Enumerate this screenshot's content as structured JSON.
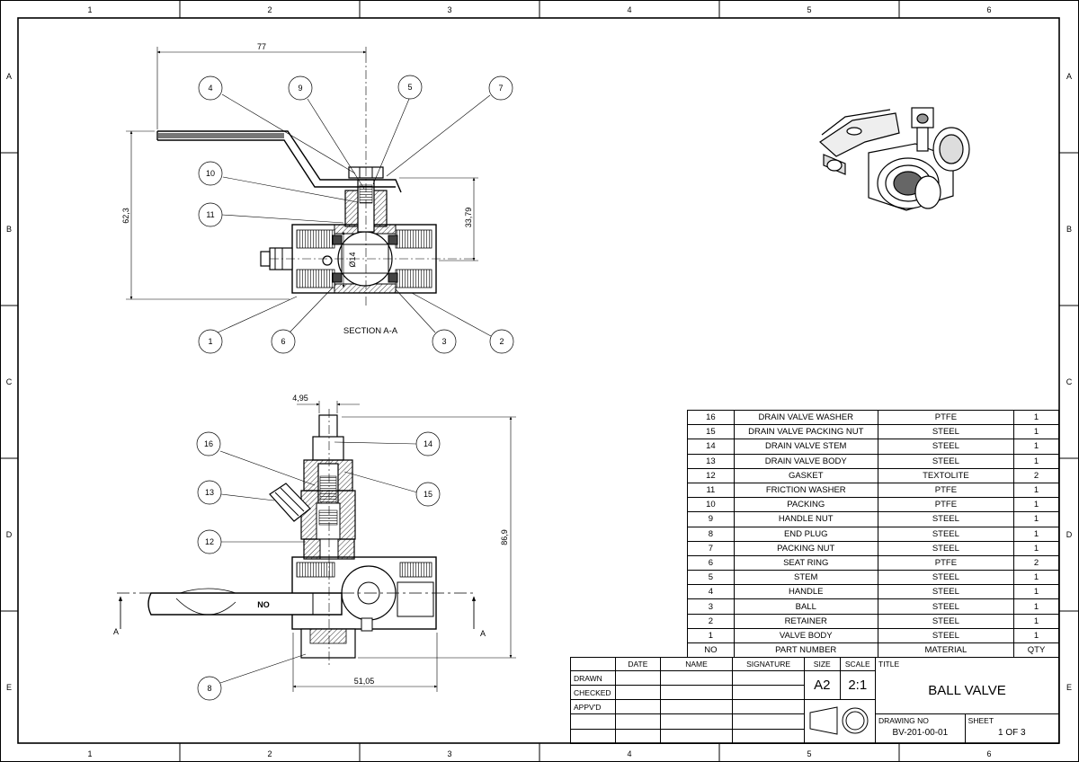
{
  "frame": {
    "columns": [
      "1",
      "2",
      "3",
      "4",
      "5",
      "6"
    ],
    "rows": [
      "A",
      "B",
      "C",
      "D",
      "E"
    ]
  },
  "view_top": {
    "section_label": "SECTION  A-A",
    "dims": {
      "d77": "77",
      "d62": "62,3",
      "d33": "33,79",
      "d14": "Ø14"
    },
    "balloons": [
      "4",
      "9",
      "5",
      "7",
      "10",
      "11",
      "1",
      "6",
      "3",
      "2"
    ]
  },
  "view_bottom": {
    "dims": {
      "d495": "4,95",
      "d869": "86,9",
      "d5105": "51,05"
    },
    "section_marks": [
      "A",
      "A"
    ],
    "handle_text": "NO",
    "balloons": [
      "16",
      "14",
      "13",
      "15",
      "12",
      "8"
    ]
  },
  "bom": {
    "rows": [
      [
        "16",
        "DRAIN VALVE WASHER",
        "PTFE",
        "1"
      ],
      [
        "15",
        "DRAIN VALVE PACKING NUT",
        "STEEL",
        "1"
      ],
      [
        "14",
        "DRAIN VALVE STEM",
        "STEEL",
        "1"
      ],
      [
        "13",
        "DRAIN VALVE BODY",
        "STEEL",
        "1"
      ],
      [
        "12",
        "GASKET",
        "TEXTOLITE",
        "2"
      ],
      [
        "11",
        "FRICTION WASHER",
        "PTFE",
        "1"
      ],
      [
        "10",
        "PACKING",
        "PTFE",
        "1"
      ],
      [
        "9",
        "HANDLE NUT",
        "STEEL",
        "1"
      ],
      [
        "8",
        "END PLUG",
        "STEEL",
        "1"
      ],
      [
        "7",
        "PACKING NUT",
        "STEEL",
        "1"
      ],
      [
        "6",
        "SEAT RING",
        "PTFE",
        "2"
      ],
      [
        "5",
        "STEM",
        "STEEL",
        "1"
      ],
      [
        "4",
        "HANDLE",
        "STEEL",
        "1"
      ],
      [
        "3",
        "BALL",
        "STEEL",
        "1"
      ],
      [
        "2",
        "RETAINER",
        "STEEL",
        "1"
      ],
      [
        "1",
        "VALVE BODY",
        "STEEL",
        "1"
      ]
    ],
    "header": [
      "NO",
      "PART NUMBER",
      "MATERIAL",
      "QTY"
    ]
  },
  "title_block": {
    "col_date": "DATE",
    "col_name": "NAME",
    "col_signature": "SIGNATURE",
    "col_size": "SIZE",
    "col_scale": "SCALE",
    "col_title": "TITLE",
    "row_drawn": "DRAWN",
    "row_checked": "CHECKED",
    "row_approved": "APPV'D",
    "size": "A2",
    "scale": "2:1",
    "title": "BALL VALVE",
    "drawing_no_label": "DRAWING NO",
    "drawing_no": "BV-201-00-01",
    "sheet_label": "SHEET",
    "sheet": "1 OF 3"
  }
}
